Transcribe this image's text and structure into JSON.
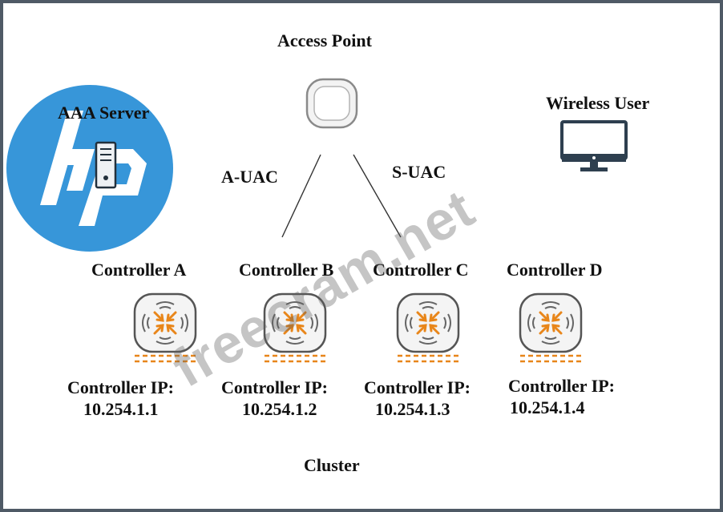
{
  "title": "Access Point",
  "aaa_server": "AAA Server",
  "wireless_user": "Wireless User",
  "links": {
    "left": "A-UAC",
    "right": "S-UAC"
  },
  "controllers": [
    {
      "name": "Controller A",
      "ip_label": "Controller IP:",
      "ip": "10.254.1.1"
    },
    {
      "name": "Controller B",
      "ip_label": "Controller IP:",
      "ip": "10.254.1.2"
    },
    {
      "name": "Controller C",
      "ip_label": "Controller IP:",
      "ip": "10.254.1.3"
    },
    {
      "name": "Controller D",
      "ip_label": "Controller IP:",
      "ip": "10.254.1.4"
    }
  ],
  "cluster": "Cluster",
  "watermark": "freecram.net",
  "colors": {
    "accent": "#e8861a",
    "logo": "#1c88d4",
    "frame": "#4f5a66"
  }
}
